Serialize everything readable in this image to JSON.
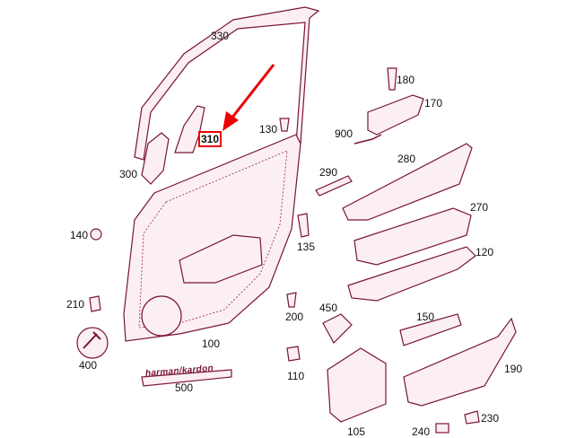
{
  "title": "Front door parts diagram",
  "highlight_color": "#ee0000",
  "highlighted_part": "310",
  "callouts": [
    {
      "id": "330",
      "label": "330"
    },
    {
      "id": "180",
      "label": "180"
    },
    {
      "id": "170",
      "label": "170"
    },
    {
      "id": "130",
      "label": "130"
    },
    {
      "id": "310",
      "label": "310"
    },
    {
      "id": "900",
      "label": "900"
    },
    {
      "id": "300",
      "label": "300"
    },
    {
      "id": "280",
      "label": "280"
    },
    {
      "id": "290",
      "label": "290"
    },
    {
      "id": "270",
      "label": "270"
    },
    {
      "id": "140",
      "label": "140"
    },
    {
      "id": "135",
      "label": "135"
    },
    {
      "id": "120",
      "label": "120"
    },
    {
      "id": "210",
      "label": "210"
    },
    {
      "id": "450",
      "label": "450"
    },
    {
      "id": "200",
      "label": "200"
    },
    {
      "id": "150",
      "label": "150"
    },
    {
      "id": "100",
      "label": "100"
    },
    {
      "id": "400",
      "label": "400"
    },
    {
      "id": "110",
      "label": "110"
    },
    {
      "id": "190",
      "label": "190"
    },
    {
      "id": "500",
      "label": "500"
    },
    {
      "id": "105",
      "label": "105"
    },
    {
      "id": "240",
      "label": "240"
    },
    {
      "id": "230",
      "label": "230"
    }
  ],
  "badge_text": "harman/kardon"
}
